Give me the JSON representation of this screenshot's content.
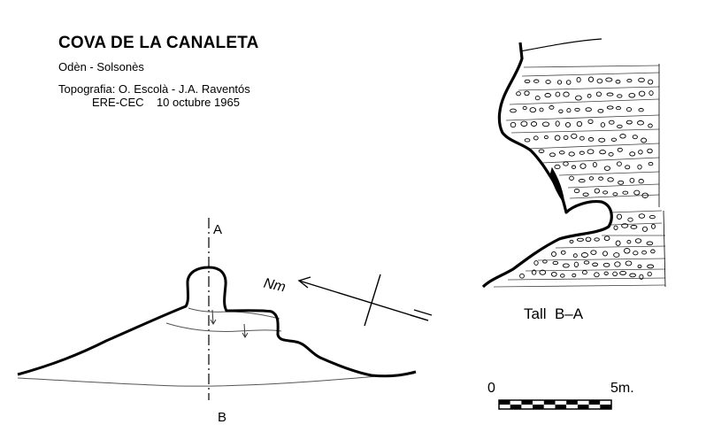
{
  "header": {
    "title": "COVA DE LA CANALETA",
    "location": "Odèn - Solsonès",
    "topography": "Topografia: O. Escolà - J.A. Raventós",
    "group_date": "ERE-CEC    10 octubre 1965"
  },
  "plan": {
    "section_start_label": "A",
    "section_end_label": "B",
    "north_label": "Nm"
  },
  "section": {
    "label": "Tall  B–A"
  },
  "scale": {
    "start_label": "0",
    "end_label": "5m.",
    "segments": 10
  }
}
